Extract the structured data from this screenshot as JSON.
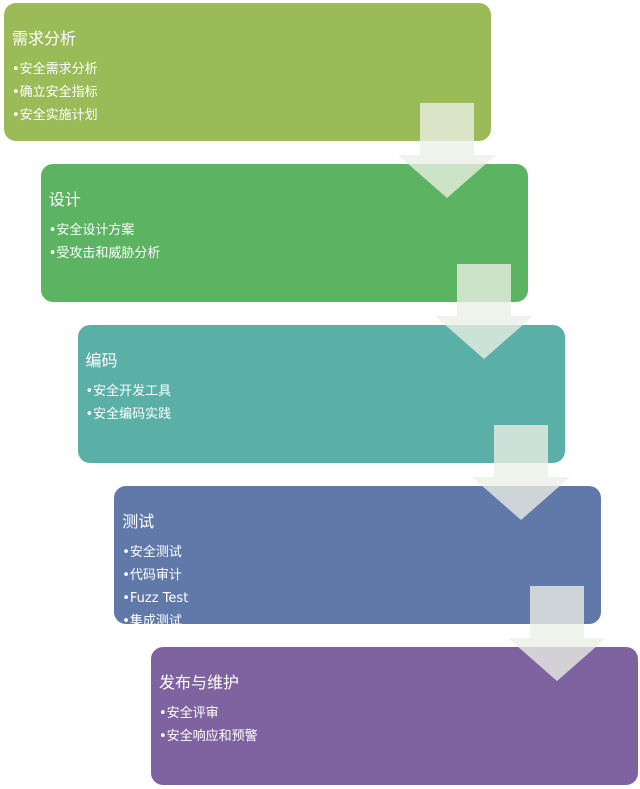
{
  "stages": [
    {
      "title": "需求分析",
      "color": "#9bbb59",
      "items": [
        "•安全需求分析",
        "•确立安全指标",
        "•安全实施计划"
      ]
    },
    {
      "title": "设计",
      "color": "#5cb462",
      "items": [
        "•安全设计方案",
        "•受攻击和威胁分析"
      ]
    },
    {
      "title": "编码",
      "color": "#5aafa6",
      "items": [
        "•安全开发工具",
        "•安全编码实践"
      ]
    },
    {
      "title": "测试",
      "color": "#6079a9",
      "items": [
        "•安全测试",
        "•代码审计",
        "•Fuzz Test",
        "•集成测试"
      ]
    },
    {
      "title": "发布与维护",
      "color": "#7f63a0",
      "items": [
        "•安全评审",
        "•安全响应和预警"
      ]
    }
  ]
}
